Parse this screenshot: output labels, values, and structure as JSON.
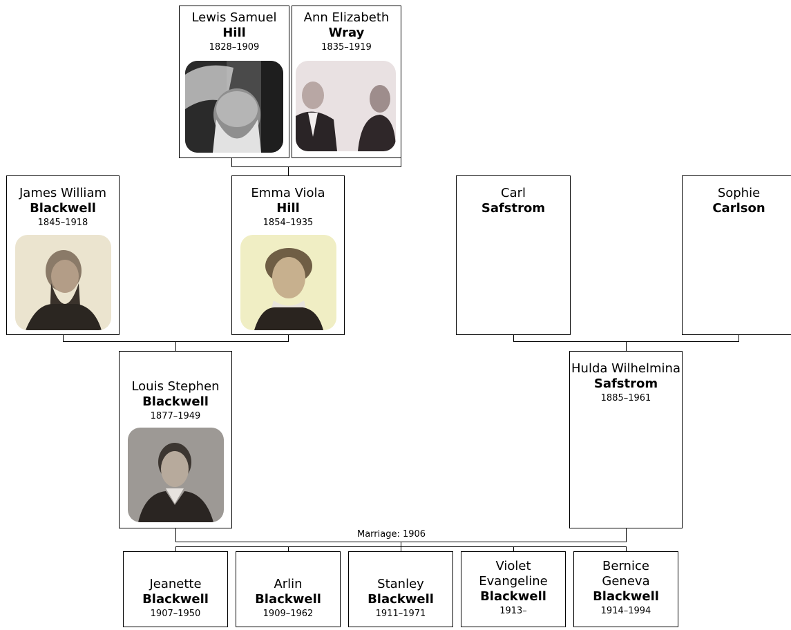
{
  "people": {
    "lewis": {
      "given": "Lewis Samuel",
      "surname": "Hill",
      "dates": "1828–1909",
      "photo": "portrait-photo"
    },
    "ann": {
      "given": "Ann Elizabeth",
      "surname": "Wray",
      "dates": "1835–1919",
      "photo": "portrait-photo"
    },
    "james": {
      "given": "James William",
      "surname": "Blackwell",
      "dates": "1845–1918",
      "photo": "portrait-photo"
    },
    "emma": {
      "given": "Emma Viola",
      "surname": "Hill",
      "dates": "1854–1935",
      "photo": "portrait-photo"
    },
    "carl": {
      "given": "Carl",
      "surname": "Safstrom",
      "dates": ""
    },
    "sophie": {
      "given": "Sophie",
      "surname": "Carlson",
      "dates": ""
    },
    "louis": {
      "given": "Louis Stephen",
      "surname": "Blackwell",
      "dates": "1877–1949",
      "photo": "portrait-photo"
    },
    "hulda": {
      "given": "Hulda Wilhelmina",
      "surname": "Safstrom",
      "dates": "1885–1961"
    },
    "jeanette": {
      "given": "Jeanette",
      "surname": "Blackwell",
      "dates": "1907–1950"
    },
    "arlin": {
      "given": "Arlin",
      "surname": "Blackwell",
      "dates": "1909–1962"
    },
    "stanley": {
      "given": "Stanley",
      "surname": "Blackwell",
      "dates": "1911–1971"
    },
    "violet": {
      "given": "Violet Evangeline",
      "surname": "Blackwell",
      "dates": "1913–"
    },
    "bernice": {
      "given": "Bernice Geneva",
      "surname": "Blackwell",
      "dates": "1914–1994"
    }
  },
  "marriage_label": "Marriage: 1906"
}
